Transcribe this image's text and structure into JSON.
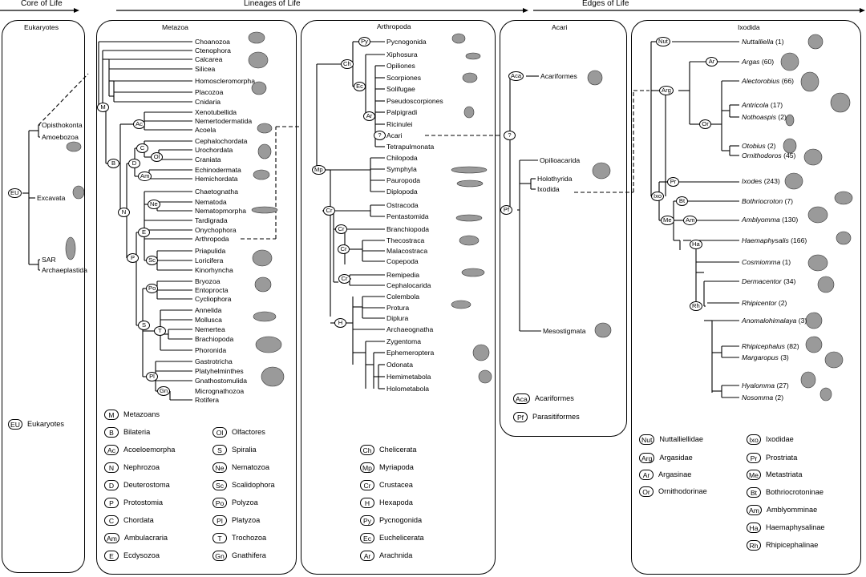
{
  "headers": {
    "core": "Core of Life",
    "lineages": "Lineages of Life",
    "edges": "Edges of Life"
  },
  "panels": {
    "eukaryotes": "Eukaryotes",
    "metazoa": "Metazoa",
    "arthropoda": "Arthropoda",
    "acari": "Acari",
    "ixodida": "Ixodida"
  },
  "eukaryotes": {
    "leaves": [
      "Opisthokonta",
      "Amoebozoa",
      "Excavata",
      "SAR",
      "Archaeplastida"
    ],
    "node": "EU",
    "legend": [
      {
        "abbr": "EU",
        "name": "Eukaryotes"
      }
    ]
  },
  "metazoa": {
    "leaves": [
      "Choanozoa",
      "Ctenophora",
      "Calcarea",
      "Silicea",
      "Homoscleromorpha",
      "Placozoa",
      "Cnidaria",
      "Xenotubellida",
      "Nemertodermatida",
      "Acoela",
      "Cephalochordata",
      "Urochordata",
      "Craniata",
      "Echinodermata",
      "Hemichordata",
      "Chaetognatha",
      "Nematoda",
      "Nematopmorpha",
      "Tardigrada",
      "Onychophora",
      "Arthropoda",
      "Priapulida",
      "Loricifera",
      "Kinorhyncha",
      "Bryozoa",
      "Entoprocta",
      "Cycliophora",
      "Annelida",
      "Mollusca",
      "Nemertea",
      "Brachiopoda",
      "Phoronida",
      "Gastrotricha",
      "Platyhelminthes",
      "Gnathostomulida",
      "Micrognathozoa",
      "Rotifera"
    ],
    "nodes": [
      "M",
      "Ac",
      "B",
      "C",
      "Ol",
      "D",
      "Am",
      "N",
      "Ne",
      "E",
      "P",
      "Sc",
      "Po",
      "S",
      "T",
      "Pl",
      "Gn"
    ],
    "legend": [
      {
        "abbr": "M",
        "name": "Metazoans"
      },
      {
        "abbr": "B",
        "name": "Bilateria"
      },
      {
        "abbr": "Ac",
        "name": "Acoeloemorpha"
      },
      {
        "abbr": "N",
        "name": "Nephrozoa"
      },
      {
        "abbr": "D",
        "name": "Deuterostoma"
      },
      {
        "abbr": "P",
        "name": "Protostomia"
      },
      {
        "abbr": "C",
        "name": "Chordata"
      },
      {
        "abbr": "Am",
        "name": "Ambulacraria"
      },
      {
        "abbr": "E",
        "name": "Ecdysozoa"
      },
      {
        "abbr": "Ol",
        "name": "Olfactores"
      },
      {
        "abbr": "S",
        "name": "Spiralia"
      },
      {
        "abbr": "Ne",
        "name": "Nematozoa"
      },
      {
        "abbr": "Sc",
        "name": "Scalidophora"
      },
      {
        "abbr": "Po",
        "name": "Polyzoa"
      },
      {
        "abbr": "Pl",
        "name": "Platyzoa"
      },
      {
        "abbr": "T",
        "name": "Trochozoa"
      },
      {
        "abbr": "Gn",
        "name": "Gnathifera"
      }
    ]
  },
  "arthropoda": {
    "leaves": [
      "Pycnogonida",
      "Xiphosura",
      "Opiliones",
      "Scorpiones",
      "Solifugae",
      "Pseudoscorpiones",
      "Palpigradi",
      "Ricinulei",
      "Acari",
      "Tetrapulmonata",
      "Chilopoda",
      "Symphyla",
      "Pauropoda",
      "Diplopoda",
      "Ostracoda",
      "Pentastomida",
      "Branchiopoda",
      "Thecostraca",
      "Malacostraca",
      "Copepoda",
      "Remipedia",
      "Cephalocarida",
      "Colembola",
      "Protura",
      "Diplura",
      "Archaeognatha",
      "Zygentoma",
      "Ephemeroptera",
      "Odonata",
      "Hemimetabola",
      "Holometabola"
    ],
    "nodes": [
      "Py",
      "Ch",
      "Ec",
      "Ar",
      "?",
      "Mp",
      "Cr",
      "Cr",
      "Cr",
      "Cr",
      "H"
    ],
    "legend": [
      {
        "abbr": "Ch",
        "name": "Chelicerata"
      },
      {
        "abbr": "Mp",
        "name": "Myriapoda"
      },
      {
        "abbr": "Cr",
        "name": "Crustacea"
      },
      {
        "abbr": "H",
        "name": "Hexapoda"
      },
      {
        "abbr": "Py",
        "name": "Pycnogonida"
      },
      {
        "abbr": "Ec",
        "name": "Euchelicerata"
      },
      {
        "abbr": "Ar",
        "name": "Arachnida"
      }
    ]
  },
  "acari": {
    "leaves": [
      "Acariformes",
      "Opilioacarida",
      "Holothyrida",
      "Ixodida",
      "Mesostigmata"
    ],
    "nodes": [
      "Aca",
      "?",
      "Pf"
    ],
    "legend": [
      {
        "abbr": "Aca",
        "name": "Acariformes"
      },
      {
        "abbr": "Pf",
        "name": "Parasitiformes"
      }
    ]
  },
  "ixodida": {
    "leaves": [
      {
        "genus": "Nuttalliella",
        "count": "(1)"
      },
      {
        "genus": "Argas",
        "count": "(60)"
      },
      {
        "genus": "Alectorobius",
        "count": "(66)"
      },
      {
        "genus": "Antricola",
        "count": "(17)"
      },
      {
        "genus": "Nothoaspis",
        "count": "(2)"
      },
      {
        "genus": "Otobius",
        "count": "(2)"
      },
      {
        "genus": "Ornithodoros",
        "count": "(45)"
      },
      {
        "genus": "Ixodes",
        "count": "(243)"
      },
      {
        "genus": "Bothriocroton",
        "count": "(7)"
      },
      {
        "genus": "Amblyomma",
        "count": "(130)"
      },
      {
        "genus": "Haemaphysalis",
        "count": "(166)"
      },
      {
        "genus": "Cosmiomma",
        "count": "(1)"
      },
      {
        "genus": "Dermacentor",
        "count": "(34)"
      },
      {
        "genus": "Rhipicentor",
        "count": "(2)"
      },
      {
        "genus": "Anomalohimalaya",
        "count": "(3)"
      },
      {
        "genus": "Rhipicephalus",
        "count": "(82)"
      },
      {
        "genus": "Margaropus",
        "count": "(3)"
      },
      {
        "genus": "Hyalomma",
        "count": "(27)"
      },
      {
        "genus": "Nosomma",
        "count": "(2)"
      }
    ],
    "nodes": [
      "Nut",
      "Ar",
      "Arg",
      "Or",
      "Pr",
      "Ixo",
      "Bt",
      "Me",
      "Am",
      "Ha",
      "Rh"
    ],
    "legend": [
      {
        "abbr": "Nut",
        "name": "Nuttalliellidae"
      },
      {
        "abbr": "Arg",
        "name": "Argasidae"
      },
      {
        "abbr": "Ar",
        "name": "Argasinae"
      },
      {
        "abbr": "Or",
        "name": "Ornithodorinae"
      },
      {
        "abbr": "Ixo",
        "name": "Ixodidae"
      },
      {
        "abbr": "Pr",
        "name": "Prostriata"
      },
      {
        "abbr": "Me",
        "name": "Metastriata"
      },
      {
        "abbr": "Bt",
        "name": "Bothriocrotoninae"
      },
      {
        "abbr": "Am",
        "name": "Amblyomminae"
      },
      {
        "abbr": "Ha",
        "name": "Haemaphysalinae"
      },
      {
        "abbr": "Rh",
        "name": "Rhipicephalinae"
      }
    ]
  }
}
